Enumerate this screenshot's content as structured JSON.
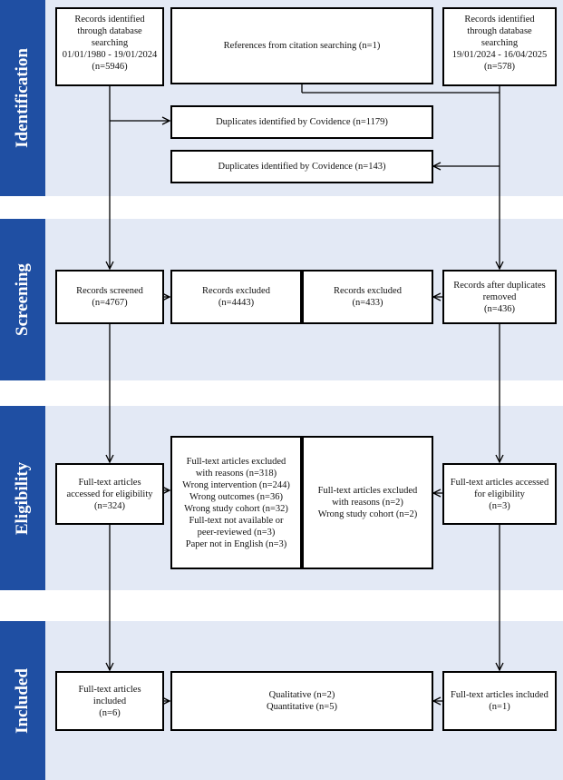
{
  "stages": {
    "identification": "Identification",
    "screening": "Screening",
    "eligibility": "Eligibility",
    "included": "Included"
  },
  "identification": {
    "db_records_left": [
      "Records identified",
      "through database",
      "searching",
      "01/01/1980 - 19/01/2024",
      "(n=5946)"
    ],
    "citation_search": "References from citation searching (n=1)",
    "db_records_right": [
      "Records identified",
      "through database",
      "searching",
      "19/01/2024 - 16/04/2025",
      "(n=578)"
    ],
    "duplicates_left": "Duplicates identified by Covidence (n=1179)",
    "duplicates_right": "Duplicates identified by Covidence (n=143)"
  },
  "screening": {
    "screened_left": [
      "Records screened",
      "(n=4767)"
    ],
    "excluded_left": [
      "Records excluded",
      "(n=4443)"
    ],
    "excluded_right": [
      "Records excluded",
      "(n=433)"
    ],
    "after_duplicates_right": [
      "Records after duplicates",
      "removed",
      "(n=436)"
    ]
  },
  "eligibility": {
    "assessed_left": [
      "Full-text articles",
      "accessed for eligibility",
      "(n=324)"
    ],
    "excluded_left": [
      "Full-text articles excluded",
      "with reasons (n=318)",
      "Wrong intervention (n=244)",
      "Wrong outcomes (n=36)",
      "Wrong study cohort (n=32)",
      "Full-text not available or",
      "peer-reviewed (n=3)",
      "Paper not in English (n=3)"
    ],
    "excluded_right": [
      "Full-text articles excluded",
      "with reasons (n=2)",
      "Wrong study cohort (n=2)"
    ],
    "assessed_right": [
      "Full-text articles accessed",
      "for eligibility",
      "(n=3)"
    ]
  },
  "included": {
    "included_left": [
      "Full-text articles",
      "included",
      "(n=6)"
    ],
    "study_types": [
      "Qualitative (n=2)",
      "Quantitative (n=5)"
    ],
    "included_right": [
      "Full-text articles included",
      "(n=1)"
    ]
  },
  "colors": {
    "stage_fill": "#1f4fa3",
    "band_fill": "#e3e9f5",
    "box_border": "#000000"
  }
}
